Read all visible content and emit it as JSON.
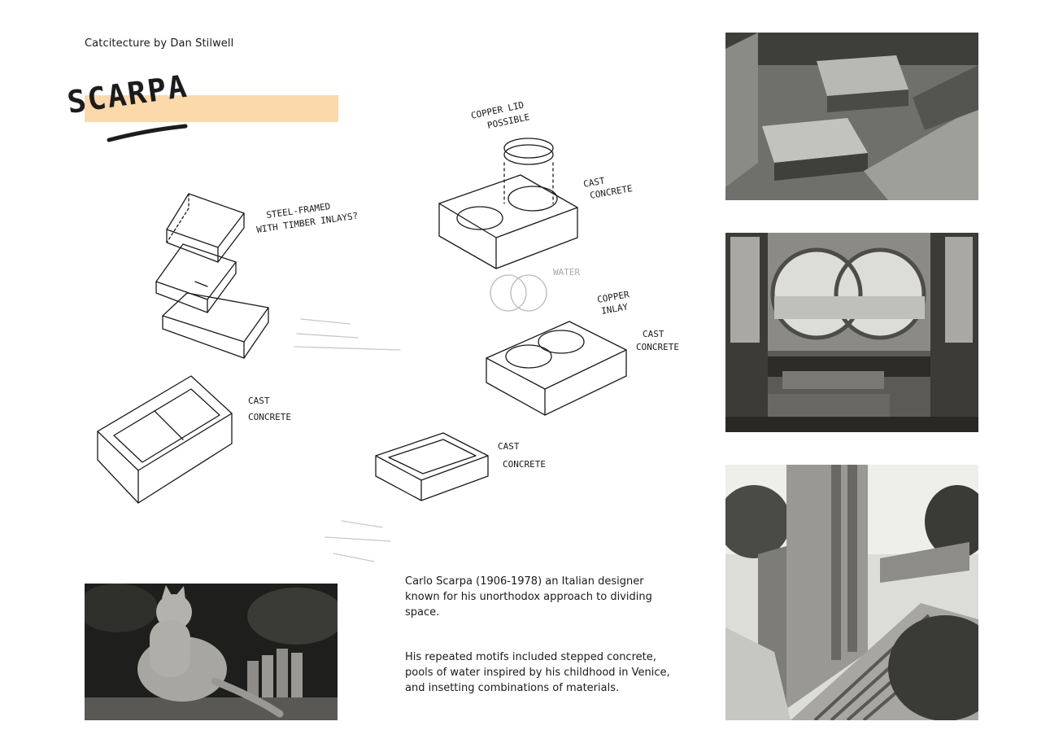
{
  "header": {
    "byline": "Catcitecture by Dan Stilwell"
  },
  "title": {
    "text": "SCARPA",
    "highlight_color": "#fbd9ab"
  },
  "sketch_annotations": {
    "lid": [
      "COPPER LID",
      "POSSIBLE"
    ],
    "steel": [
      "STEEL-FRAMED",
      "WITH TIMBER INLAYS?"
    ],
    "cast_top": [
      "CAST",
      "CONCRETE"
    ],
    "copper_inlay": [
      "COPPER",
      "INLAY"
    ],
    "cast_mid": [
      "CAST",
      "CONCRETE"
    ],
    "cast_left": [
      "CAST",
      "CONCRETE"
    ],
    "cast_small": [
      "CAST",
      "CONCRETE"
    ],
    "water": "WATER"
  },
  "text": {
    "paragraph_1": "Carlo Scarpa (1906-1978) an Italian designer known for his unorthodox approach to dividing space.",
    "paragraph_2": "His repeated motifs included stepped concrete, pools of water inspired by his childhood in Venice, and insetting combinations of materials."
  },
  "photos": [
    {
      "name": "stepped-concrete-photo"
    },
    {
      "name": "double-circle-window-photo"
    },
    {
      "name": "stepped-wall-photo"
    },
    {
      "name": "cat-on-fence-photo"
    }
  ]
}
